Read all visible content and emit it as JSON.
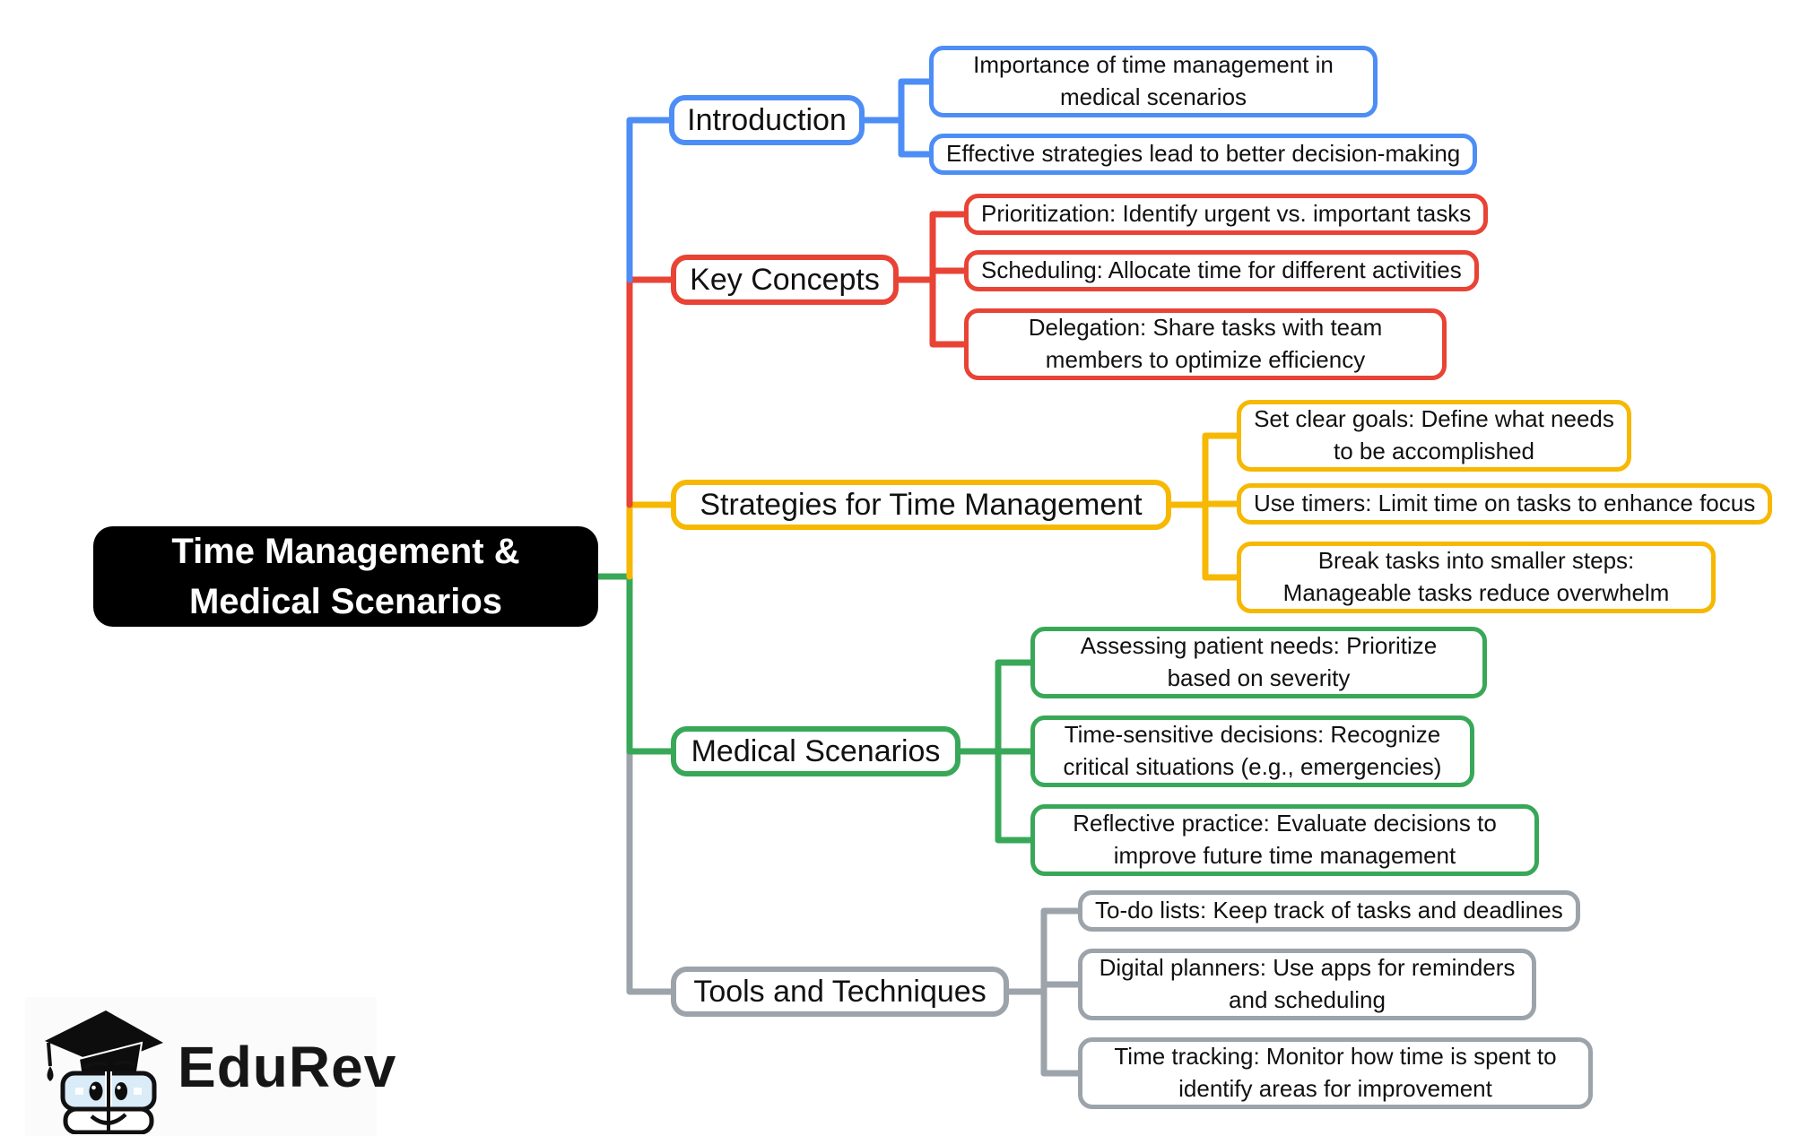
{
  "title": "Time Management & Medical Scenarios mind map",
  "root": {
    "label": "Time Management & Medical Scenarios",
    "bg": "#000000",
    "text_color": "#ffffff"
  },
  "branches": [
    {
      "id": "introduction",
      "title": "Introduction",
      "color": "#4D8DF6",
      "leaves": [
        "Importance of time management in medical scenarios",
        "Effective strategies lead to better decision-making"
      ]
    },
    {
      "id": "key-concepts",
      "title": "Key Concepts",
      "color": "#E84335",
      "leaves": [
        "Prioritization: Identify urgent vs. important tasks",
        "Scheduling: Allocate time for different activities",
        "Delegation: Share tasks with team members to optimize efficiency"
      ]
    },
    {
      "id": "strategies",
      "title": "Strategies for Time Management",
      "color": "#F6B801",
      "leaves": [
        "Set clear goals: Define what needs to be accomplished",
        "Use timers: Limit time on tasks to enhance focus",
        "Break tasks into smaller steps: Manageable tasks reduce overwhelm"
      ]
    },
    {
      "id": "medical-scenarios",
      "title": "Medical Scenarios",
      "color": "#38A858",
      "leaves": [
        "Assessing patient needs: Prioritize based on severity",
        "Time-sensitive decisions: Recognize critical situations (e.g., emergencies)",
        "Reflective practice: Evaluate decisions to improve future time management"
      ]
    },
    {
      "id": "tools-and-techniques",
      "title": "Tools and Techniques",
      "color": "#9CA3AA",
      "leaves": [
        "To-do lists: Keep track of tasks and deadlines",
        "Digital planners: Use apps for reminders and scheduling",
        "Time tracking: Monitor how time is spent to identify areas for improvement"
      ]
    }
  ],
  "logo": {
    "text": "EduRev"
  }
}
